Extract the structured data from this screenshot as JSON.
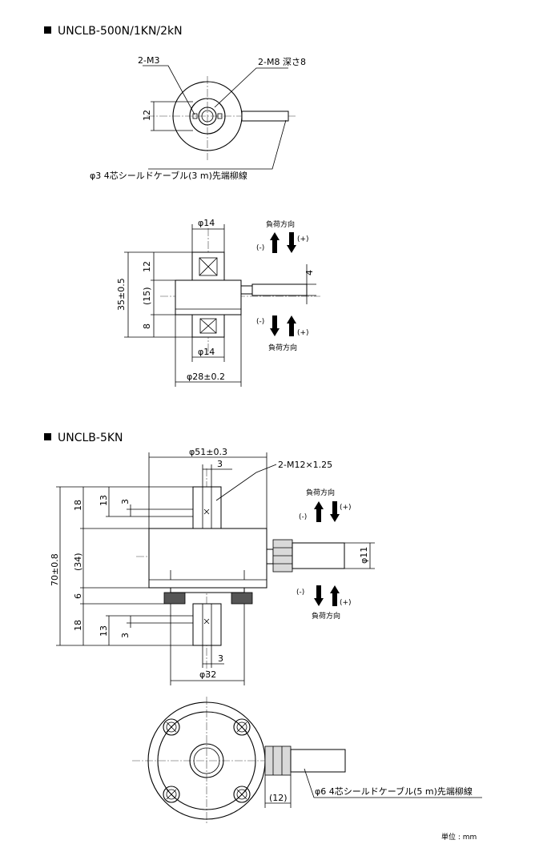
{
  "section1": {
    "title": "UNCLB-500N/1KN/2kN",
    "top_view": {
      "label_m3": "2-M3",
      "label_m8": "2-M8 深さ8",
      "dim_12": "12",
      "cable_note": "φ3 4芯シールドケーブル(3 m)先端柳線"
    },
    "side_view": {
      "dim_phi14_top": "φ14",
      "dim_phi14_bottom": "φ14",
      "dim_phi28": "φ28±0.2",
      "dim_35": "35±0.5",
      "dim_12": "12",
      "dim_15": "(15)",
      "dim_8": "8",
      "dim_4": "4"
    },
    "load_top": {
      "label": "負荷方向",
      "minus": "(-)",
      "plus": "(+)"
    },
    "load_bottom": {
      "label": "負荷方向",
      "minus": "(-)",
      "plus": "(+)"
    }
  },
  "section2": {
    "title": "UNCLB-5KN",
    "side_view": {
      "dim_phi51": "φ51±0.3",
      "dim_3_top": "3",
      "label_m12": "2-M12×1.25",
      "dim_18_top": "18",
      "dim_13_top": "13",
      "dim_3_left_top": "3",
      "dim_70": "70±0.8",
      "dim_34": "(34)",
      "dim_6": "6",
      "dim_18_bottom": "18",
      "dim_13_bottom": "13",
      "dim_3_left_bottom": "3",
      "dim_3_bottom": "3",
      "dim_phi32": "φ32",
      "dim_phi11": "φ11"
    },
    "load_top": {
      "label": "負荷方向",
      "minus": "(-)",
      "plus": "(+)"
    },
    "load_bottom": {
      "label": "負荷方向",
      "minus": "(-)",
      "plus": "(+)"
    },
    "bottom_view": {
      "dim_12": "(12)",
      "cable_note": "φ6 4芯シールドケーブル(5 m)先端柳線"
    }
  },
  "unit_label": "単位 : mm"
}
